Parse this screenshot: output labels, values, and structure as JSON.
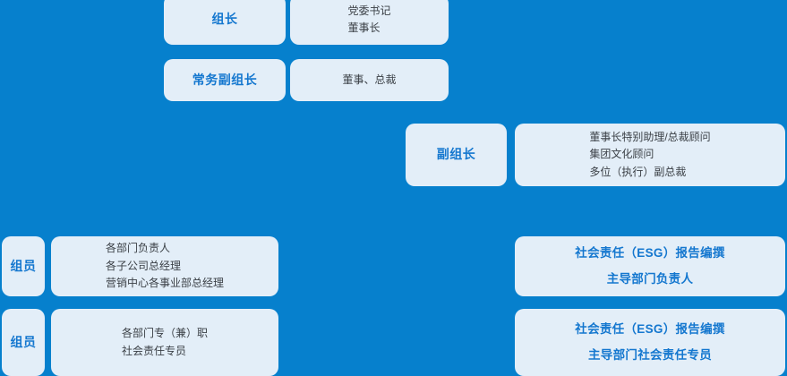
{
  "theme": {
    "background": "#0680cd",
    "card_background": "#e3eef8",
    "accent_text": "#1477cf",
    "body_text": "#3b4046"
  },
  "chart_title": "",
  "rows": [
    {
      "id": "zuzhang",
      "role": "组长",
      "details": [
        "党委书记",
        "董事长"
      ]
    },
    {
      "id": "changwu",
      "role": "常务副组长",
      "details": [
        "董事、总裁"
      ]
    },
    {
      "id": "fuzuzhang",
      "role": "副组长",
      "details": [
        "董事长特别助理/总裁顾问",
        "集团文化顾问",
        "多位（执行）副总裁"
      ]
    },
    {
      "id": "zuyuan1",
      "role": "组员",
      "details": [
        "各部门负责人",
        "各子公司总经理",
        "营销中心各事业部总经理"
      ],
      "right": [
        "社会责任（ESG）报告编撰",
        "主导部门负责人"
      ]
    },
    {
      "id": "zuyuan2",
      "role": "组员",
      "details": [
        "各部门专（兼）职",
        "社会责任专员"
      ],
      "right": [
        "社会责任（ESG）报告编撰",
        "主导部门社会责任专员"
      ]
    }
  ]
}
